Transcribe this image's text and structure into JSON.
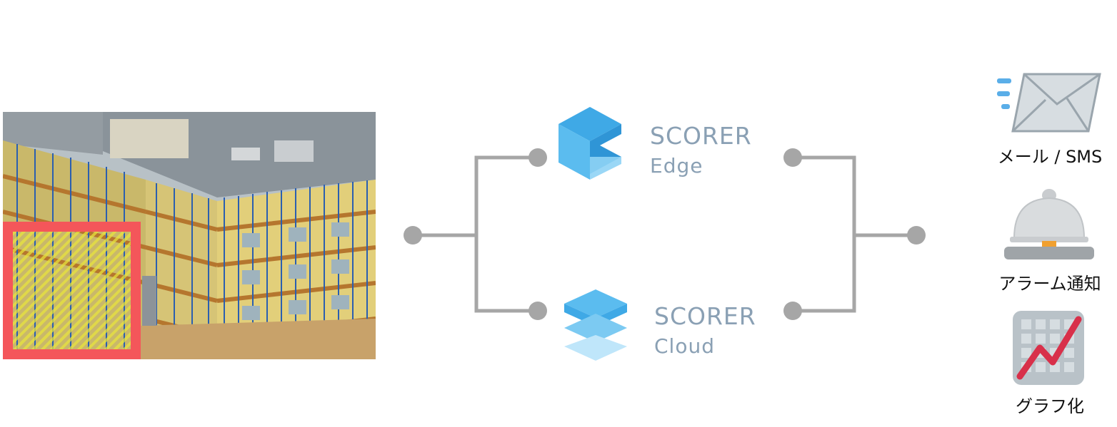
{
  "diagram": {
    "edge": {
      "name": "SCORER",
      "variant": "Edge"
    },
    "cloud": {
      "name": "SCORER",
      "variant": "Cloud"
    },
    "outputs": [
      {
        "icon": "mail-icon",
        "label": "メール / SMS"
      },
      {
        "icon": "alarm-bell-icon",
        "label": "アラーム通知"
      },
      {
        "icon": "graph-chart-icon",
        "label": "グラフ化"
      }
    ],
    "colors": {
      "highlight_border": "#f4565a",
      "highlight_fill": "#e8e43c",
      "connector": "#a6a6a6",
      "brand_text": "#8aa0b4",
      "logo_blue": "#3fa9e6",
      "graph_line": "#d8304a"
    }
  }
}
